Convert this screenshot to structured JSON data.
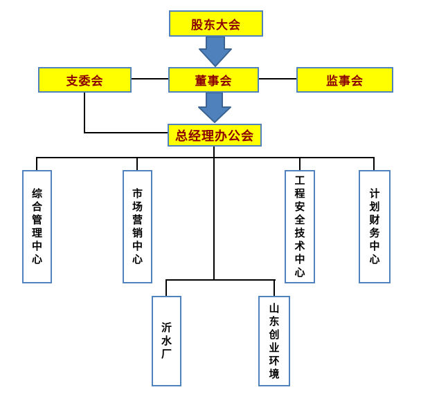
{
  "diagram": {
    "type": "org-chart",
    "background_color": "#ffffff",
    "connector_color": "#000000",
    "node_border_color": "#4f81bd",
    "yellow_node_fill": "#ffff00",
    "yellow_node_text_color": "#8b0000",
    "white_node_text_color": "#000000",
    "arrow_fill": "#4f81bd",
    "arrow_stroke": "#3a6391",
    "nodes": {
      "shareholders_meeting": "股东大会",
      "branch_committee": "支委会",
      "board_of_directors": "董事会",
      "board_of_supervisors": "监事会",
      "general_manager_office": "总经理办公会",
      "centers": [
        "综合管理中心",
        "市场营销中心",
        "工程安全技术中心",
        "计划财务中心"
      ],
      "subsidiaries": [
        "沂水厂",
        "山东创业环境"
      ]
    }
  }
}
